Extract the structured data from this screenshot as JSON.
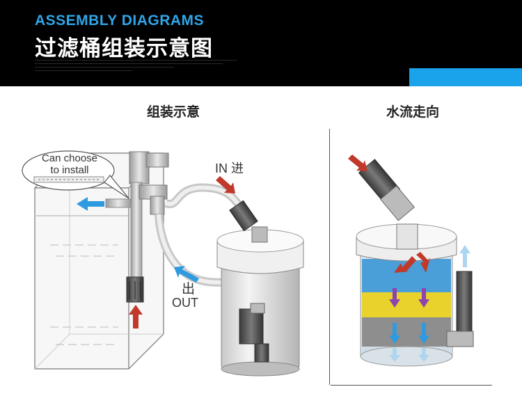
{
  "header": {
    "title_en": "ASSEMBLY DIAGRAMS",
    "title_zh": "过滤桶组装示意图",
    "accent_color": "#1aa3ea"
  },
  "left_panel": {
    "title": "组装示意",
    "callout_line1": "Can choose",
    "callout_line2": "to install",
    "in_label": "IN 进",
    "out_zh": "出",
    "out_en": "OUT"
  },
  "right_panel": {
    "title": "水流走向"
  },
  "colors": {
    "arrow_in": "#c0392b",
    "arrow_out": "#2e9be0",
    "layer_blue": "#4a9fd8",
    "layer_yellow": "#e9d22c",
    "layer_gray": "#8e8e8e"
  }
}
